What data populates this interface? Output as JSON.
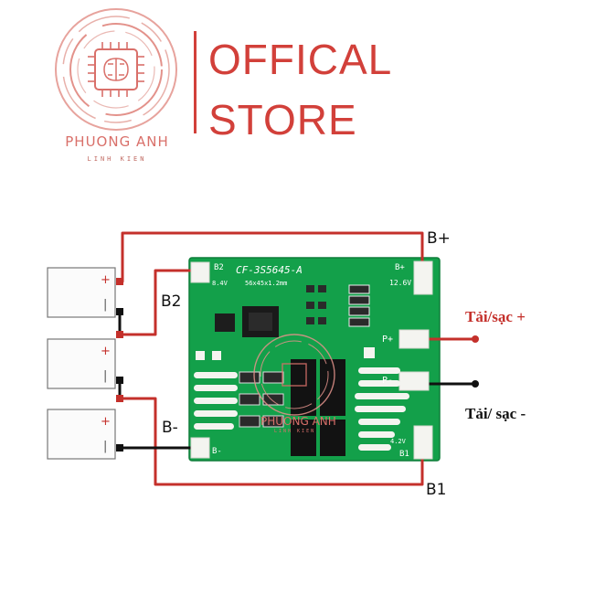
{
  "logo": {
    "brand": "PHUONG ANH",
    "subtitle": "LINH KIEN"
  },
  "header": {
    "store_line1": "OFFICAL",
    "store_line2": "STORE"
  },
  "board": {
    "model": "CF-3S5645-A",
    "size": "56x45x1.2mm",
    "voltage_top": "12.6V",
    "voltage_left": "8.4V",
    "voltage_bottom": "4.2V",
    "pad_b2": "B2",
    "pad_bplus": "B+",
    "pad_pplus": "P+",
    "pad_pminus": "P-",
    "pad_bminus": "B-",
    "pad_b1": "B1"
  },
  "labels": {
    "b_plus": "B+",
    "b2": "B2",
    "b_minus": "B-",
    "b1": "B1",
    "load_plus": "Tải/sạc +",
    "load_minus": "Tải/ sạc -"
  },
  "batteries": {
    "plus_sign": "+",
    "minus_sign": "|"
  },
  "colors": {
    "wire_red": "#c4302b",
    "wire_black": "#111111",
    "pcb_green": "#13a04a",
    "brand_red": "#d2403a"
  }
}
